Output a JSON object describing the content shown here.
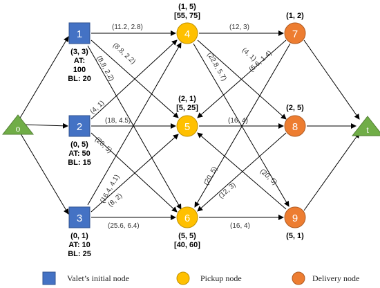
{
  "colors": {
    "valet": "#4472C4",
    "valet_stroke": "#2F528F",
    "pickup": "#FFC000",
    "pickup_stroke": "#BF9000",
    "delivery": "#ED7D31",
    "delivery_stroke": "#AE5A21",
    "terminal": "#70AD47",
    "terminal_stroke": "#507E32",
    "edge": "#000000"
  },
  "terminals": {
    "origin": {
      "label": "o"
    },
    "sink": {
      "label": "t"
    }
  },
  "valets": [
    {
      "id": "1",
      "coord": "(3, 3)",
      "at": "AT: 100",
      "bl": "BL: 20"
    },
    {
      "id": "2",
      "coord": "(0, 5)",
      "at": "AT: 50",
      "bl": "BL: 15"
    },
    {
      "id": "3",
      "coord": "(0, 1)",
      "at": "AT: 10",
      "bl": "BL: 25"
    }
  ],
  "pickups": [
    {
      "id": "4",
      "coord": "(1, 5)",
      "window": "[55, 75]"
    },
    {
      "id": "5",
      "coord": "(2, 1)",
      "window": "[5, 25]"
    },
    {
      "id": "6",
      "coord": "(5, 5)",
      "window": "[40, 60]"
    }
  ],
  "deliveries": [
    {
      "id": "7",
      "coord": "(1, 2)"
    },
    {
      "id": "8",
      "coord": "(2, 5)"
    },
    {
      "id": "9",
      "coord": "(5, 1)"
    }
  ],
  "edge_labels": {
    "e1_4": "(11.2, 2.8)",
    "e1_5": "(8.8, 2.2)",
    "e1_6": "(8.8, 2.2)",
    "e2_4": "(4, 1)",
    "e2_5": "(18, 4.5)",
    "e2_6": "(20, 5)",
    "e3_4": "(16.4, 4.1)",
    "e3_5": "(8, 2)",
    "e3_6": "(25.6, 6.4)",
    "e4_7": "(12, 3)",
    "e4_8": "(4, 1)",
    "e4_9": "(22.8, 5.7)",
    "e7_5": "(5.6, 1.4)",
    "e5_8": "(16, 4)",
    "e9_5": "(20, 5)",
    "e7_6": "(20, 5)",
    "e8_6": "(12, 3)",
    "e6_9": "(16, 4)"
  },
  "legend": {
    "valet": "Valet’s initial node",
    "pickup": "Pickup node",
    "delivery": "Delivery node"
  }
}
